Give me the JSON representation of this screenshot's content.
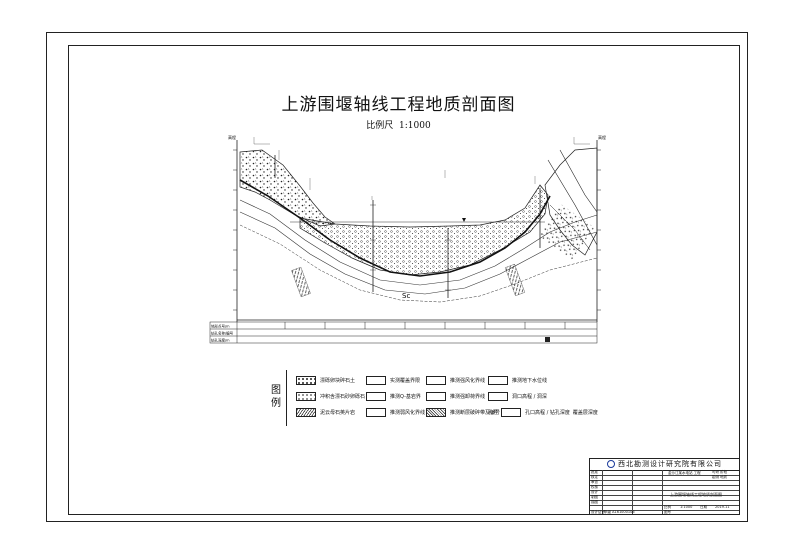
{
  "drawing": {
    "title": "上游围堰轴线工程地质剖面图",
    "scale_label": "比例尺",
    "scale_value": "1:1000"
  },
  "section": {
    "rock_symbol": "Sc",
    "left_elev_label": "高程",
    "right_elev_label": "高程",
    "bottom_rows": [
      "地形点号/m",
      "钻孔名称/编号",
      "钻孔深度/m"
    ]
  },
  "legend": {
    "title": "图例",
    "items": [
      {
        "label": "漂砾卵块碎石土"
      },
      {
        "label": "实测覆盖界限"
      },
      {
        "label": "推测强风化界线"
      },
      {
        "label": "推测地下水位线"
      },
      {
        "label": "冲积含漂石砂卵砾石"
      },
      {
        "label": "推测Q-基岩界"
      },
      {
        "label": "推测强卸荷界线"
      },
      {
        "label": "洞口高程 / 洞深"
      },
      {
        "label": "泥云母石英片岩"
      },
      {
        "label": "推测弱风化界线"
      },
      {
        "label": "推测断层破碎带及编号"
      },
      {
        "label": "孔口高程 / 钻孔深度"
      },
      {
        "label": "孔号"
      },
      {
        "label": "覆盖层深度"
      }
    ]
  },
  "title_block": {
    "institute": "西北勘测设计研究院有限公司",
    "project": "金沙江某水电站 工程",
    "stage": "可研 阶段",
    "discipline": "勘测 地质",
    "drawing_name": "上游围堰轴线工程地质剖面图",
    "scale": "1:1000",
    "date": "2019.11",
    "row_labels": [
      "批准",
      "核定",
      "审查",
      "校核",
      "设计",
      "制图",
      "描图",
      "设计证号"
    ],
    "scale_label": "比例",
    "date_label": "日期",
    "drawing_no_label": "图号",
    "cert_no": "甲级 A161000106"
  }
}
